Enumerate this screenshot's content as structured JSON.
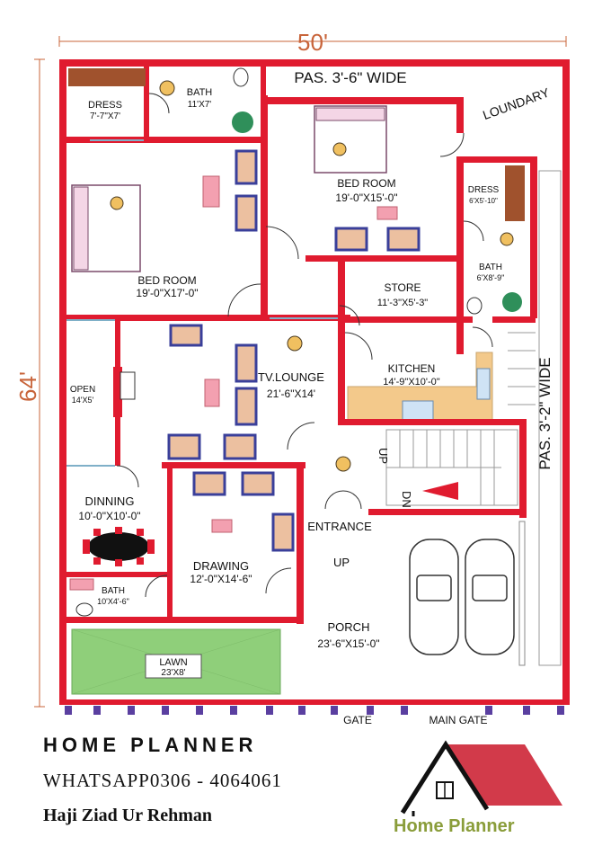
{
  "dimensions": {
    "width_label": "50'",
    "height_label": "64'"
  },
  "passages": {
    "top": "PAS.  3'-6\"  WIDE",
    "right": "PAS.  3'-2\"  WIDE"
  },
  "rooms": {
    "dress1": {
      "name": "DRESS",
      "size": "7'-7\"X7'"
    },
    "bath1": {
      "name": "BATH",
      "size": "11'X7'"
    },
    "bedroom1": {
      "name": "BED ROOM",
      "size": "19'-0\"X15'-0\""
    },
    "laundry": {
      "name": "LOUNDARY"
    },
    "dress2": {
      "name": "DRESS",
      "size": "6'X5'-10\""
    },
    "bath2": {
      "name": "BATH",
      "size": "6'X8'-9\""
    },
    "bedroom2": {
      "name": "BED ROOM",
      "size": "19'-0\"X17'-0\""
    },
    "store": {
      "name": "STORE",
      "size": "11'-3\"X5'-3\""
    },
    "open": {
      "name": "OPEN",
      "size": "14'X5'"
    },
    "tvlounge": {
      "name": "TV.LOUNGE",
      "size": "21'-6\"X14'"
    },
    "kitchen": {
      "name": "KITCHEN",
      "size": "14'-9\"X10'-0\""
    },
    "dinning": {
      "name": "DINNING",
      "size": "10'-0\"X10'-0\""
    },
    "drawing": {
      "name": "DRAWING",
      "size": "12'-0\"X14'-6\""
    },
    "bath3": {
      "name": "BATH",
      "size": "10'X4'-6\""
    },
    "lawn": {
      "name": "LAWN",
      "size": "23'X8'"
    },
    "porch": {
      "name": "PORCH",
      "size": "23'-6\"X15'-0\""
    }
  },
  "labels": {
    "entrance": "ENTRANCE",
    "up1": "UP",
    "stair_up": "UP",
    "stair_dn": "DN",
    "gate": "GATE",
    "main_gate": "MAIN GATE"
  },
  "footer": {
    "brand": "HOME PLANNER",
    "whatsapp_label": "WHATSAPP",
    "phone": "0306 - 4064061",
    "owner": "Haji Ziad Ur Rehman",
    "logo_text": "Home Planner"
  },
  "colors": {
    "wall": "#e01b2f",
    "dimension": "#c8643a",
    "furniture": "#3a3f9a",
    "lawn": "#8fcf7a",
    "counter": "#f3c98b",
    "wardrobe": "#a0522d",
    "logo_roof": "#d23a4a"
  }
}
